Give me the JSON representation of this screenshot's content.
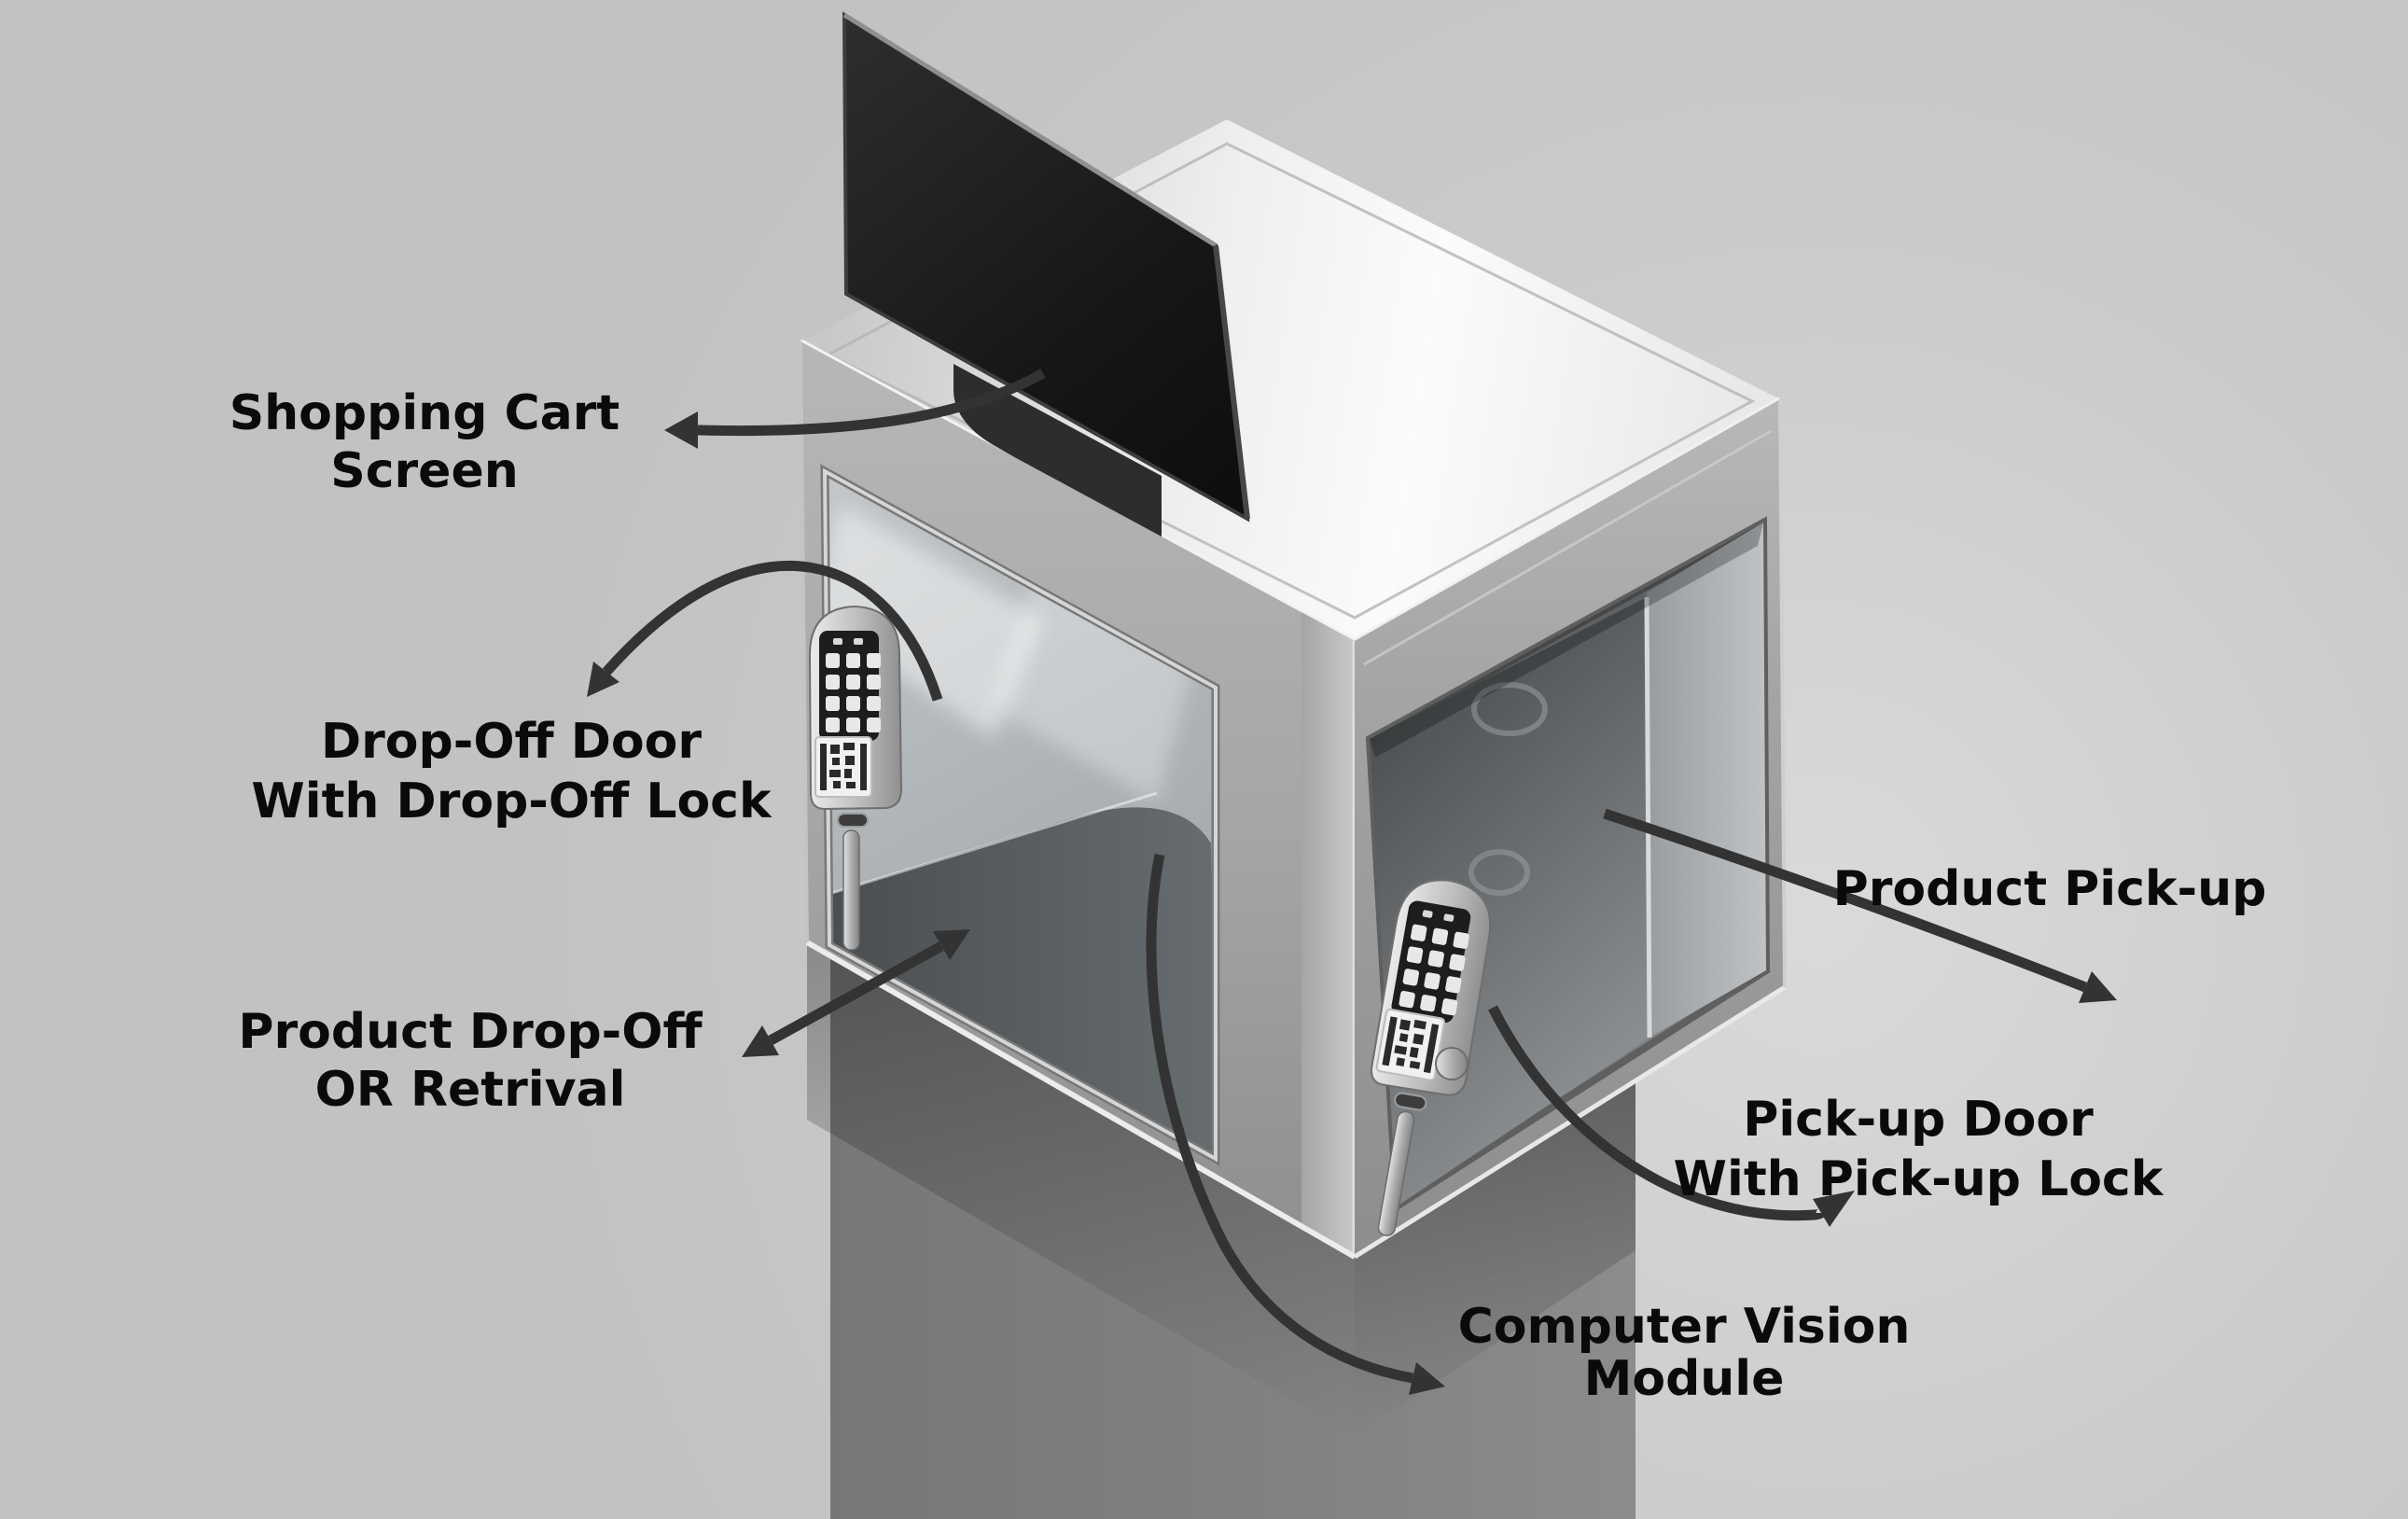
{
  "figure": {
    "type": "annotated-3d-diagram",
    "subject": "Smart locker kiosk for automated product drop-off and pick-up"
  },
  "colors": {
    "background": "#c7c7c7",
    "arrow": "#333333",
    "label_text": "#0a0a0a",
    "screen": "#1a1a1a",
    "metal_bright": "#f5f5f5",
    "metal_mid": "#a8a8a8",
    "pedestal": "#808080"
  },
  "labels": {
    "shopping_cart_screen": {
      "line1": "Shopping Cart",
      "line2": "Screen"
    },
    "drop_off_door": {
      "line1": "Drop-Off Door",
      "line2": "With Drop-Off Lock"
    },
    "product_drop_off": {
      "line1": "Product Drop-Off",
      "line2": "OR Retrival"
    },
    "product_pick_up": {
      "line1": "Product Pick-up"
    },
    "pick_up_door": {
      "line1": "Pick-up Door",
      "line2": "With Pick-up Lock"
    },
    "computer_vision_module": {
      "line1": "Computer Vision",
      "line2": "Module"
    }
  }
}
